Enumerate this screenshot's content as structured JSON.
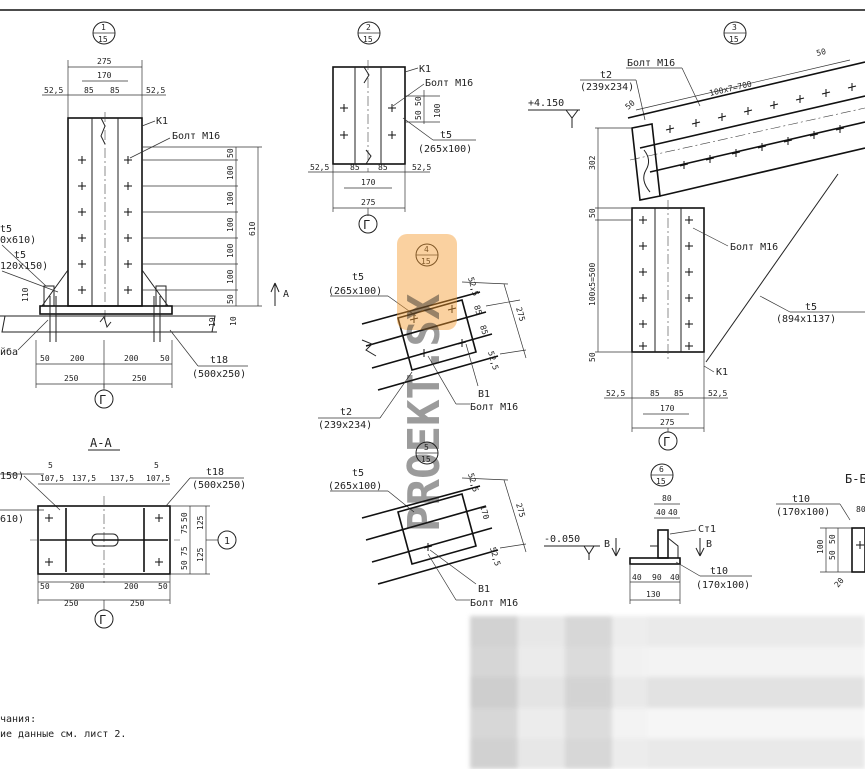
{
  "callouts": {
    "v1": {
      "num": "1",
      "sheet": "15"
    },
    "v2": {
      "num": "2",
      "sheet": "15"
    },
    "v3": {
      "num": "3",
      "sheet": "15"
    },
    "v4": {
      "num": "4",
      "sheet": "15"
    },
    "v5": {
      "num": "5",
      "sheet": "15"
    },
    "v6": {
      "num": "6",
      "sheet": "15"
    }
  },
  "view1": {
    "dim_275": "275",
    "dim_170": "170",
    "dim_52_5": "52,5",
    "dim_85": "85",
    "k1": "К1",
    "bolt": "Болт М16",
    "t5_a": "t5",
    "t5_a_size": "0x610)",
    "t5_b": "t5",
    "t5_b_size": "120x150)",
    "pitch_50": "50",
    "pitch_100": "100",
    "total_610": "610",
    "dim_110": "110",
    "dim_19": "19",
    "dim_10": "10",
    "section_a": "А",
    "washer": "йба",
    "dim_200": "200",
    "dim_250": "250",
    "dim_50": "50",
    "t18": "t18",
    "t18_size": "(500x250)",
    "axis": "Г"
  },
  "view2": {
    "k1": "К1",
    "bolt": "Болт М16",
    "d50": "50",
    "d100": "100",
    "t5": "t5",
    "t5_size": "(265x100)",
    "dim_52_5": "52,5",
    "dim_85": "85",
    "dim_170": "170",
    "dim_275": "275",
    "axis": "Г"
  },
  "view3": {
    "t2": "t2",
    "t2_size": "(239x234)",
    "bolt_top": "Болт М16",
    "level": "+4.150",
    "d50": "50",
    "d100x7": "100x7=700",
    "d302": "302",
    "d100x5": "100x5=500",
    "bolt": "Болт М16",
    "t5": "t5",
    "t5_size": "(894x1137)",
    "k1": "К1",
    "dim_52_5": "52,5",
    "dim_85": "85",
    "dim_170": "170",
    "dim_275": "275",
    "axis": "Г"
  },
  "view4": {
    "t5": "t5",
    "t5_size": "(265x100)",
    "d52_5": "52,5",
    "d85": "85",
    "d275": "275",
    "b1": "В1",
    "bolt": "Болт М16",
    "t2": "t2",
    "t2_size": "(239x234)"
  },
  "view5": {
    "t5": "t5",
    "t5_size": "(265x100)",
    "d52_5": "52,5",
    "d170": "170",
    "d275": "275",
    "b1": "В1",
    "bolt": "Болт М16"
  },
  "section_aa": {
    "title": "А-А",
    "d5": "5",
    "d107_5": "107,5",
    "d137_5": "137,5",
    "t18": "t18",
    "t18_size": "(500x250)",
    "left_top": "150)",
    "left_mid": "610)",
    "d50": "50",
    "d75": "75",
    "d125": "125",
    "axis_num": "1",
    "dim_200": "200",
    "dim_250": "250",
    "dim_50": "50",
    "axis": "Г"
  },
  "view6": {
    "level": "-0.050",
    "b_mark": "В",
    "d80": "80",
    "d40": "40",
    "d90": "90",
    "d130": "130",
    "st1": "Ст1",
    "t10": "t10",
    "t10_size": "(170x100)"
  },
  "section_bb": {
    "title": "Б-Б",
    "t10": "t10",
    "t10_size": "(170x100)",
    "d80": "80",
    "d100": "100",
    "d50": "50",
    "d20": "20"
  },
  "notes": {
    "line1": "чания:",
    "line2": "ие данные см. лист 2."
  },
  "watermark": "PROEKT.SX"
}
